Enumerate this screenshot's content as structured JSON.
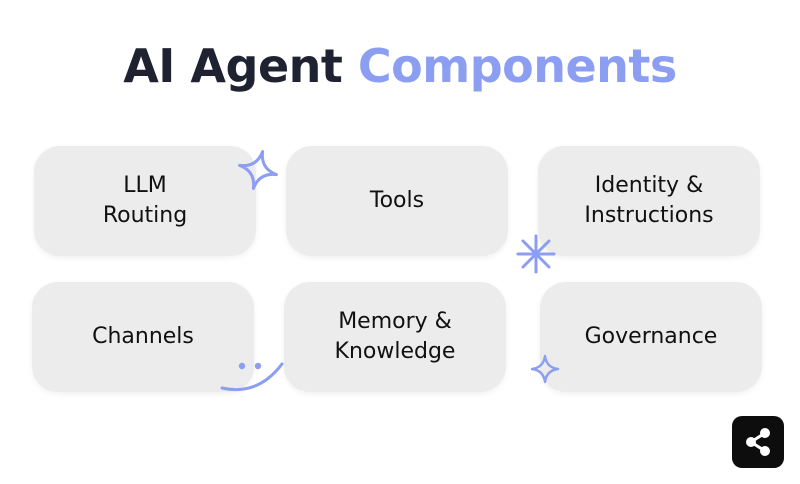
{
  "title": {
    "prefix": "AI Agent",
    "accent": "Components"
  },
  "components": [
    {
      "label": "LLM\nRouting"
    },
    {
      "label": "Tools"
    },
    {
      "label": "Identity &\nInstructions"
    },
    {
      "label": "Channels"
    },
    {
      "label": "Memory &\nKnowledge"
    },
    {
      "label": "Governance"
    }
  ],
  "colors": {
    "accent": "#8c9ef2",
    "card": "#ececec",
    "text": "#1f2230"
  },
  "icons": {
    "decorations": [
      "sparkle-icon",
      "asterisk-icon",
      "smile-icon",
      "small-sparkle-icon"
    ],
    "share": "share-icon"
  }
}
